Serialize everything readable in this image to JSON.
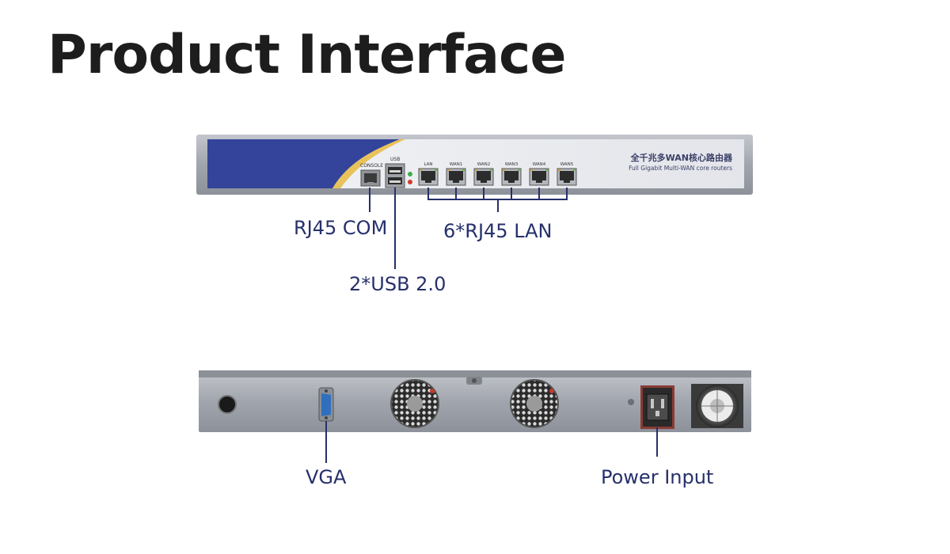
{
  "title": "Product Interface",
  "front_panel": {
    "console_text": "CONSOLE",
    "usb_text": "USB",
    "port_labels": [
      "LAN",
      "WAN1",
      "WAN2",
      "WAN3",
      "WAN4",
      "WAN5"
    ],
    "brand_cn": "全千兆多WAN核心路由器",
    "brand_en": "Full Gigabit Multi-WAN core routers"
  },
  "callouts": {
    "rj45_com": "RJ45 COM",
    "lan": "6*RJ45 LAN",
    "usb": "2*USB 2.0",
    "vga": "VGA",
    "power": "Power Input"
  },
  "colors": {
    "callout_line": "#26306b",
    "panel_blue": "#34449a",
    "panel_stripe": "#e8c25a",
    "chassis": "#a6aab1"
  }
}
